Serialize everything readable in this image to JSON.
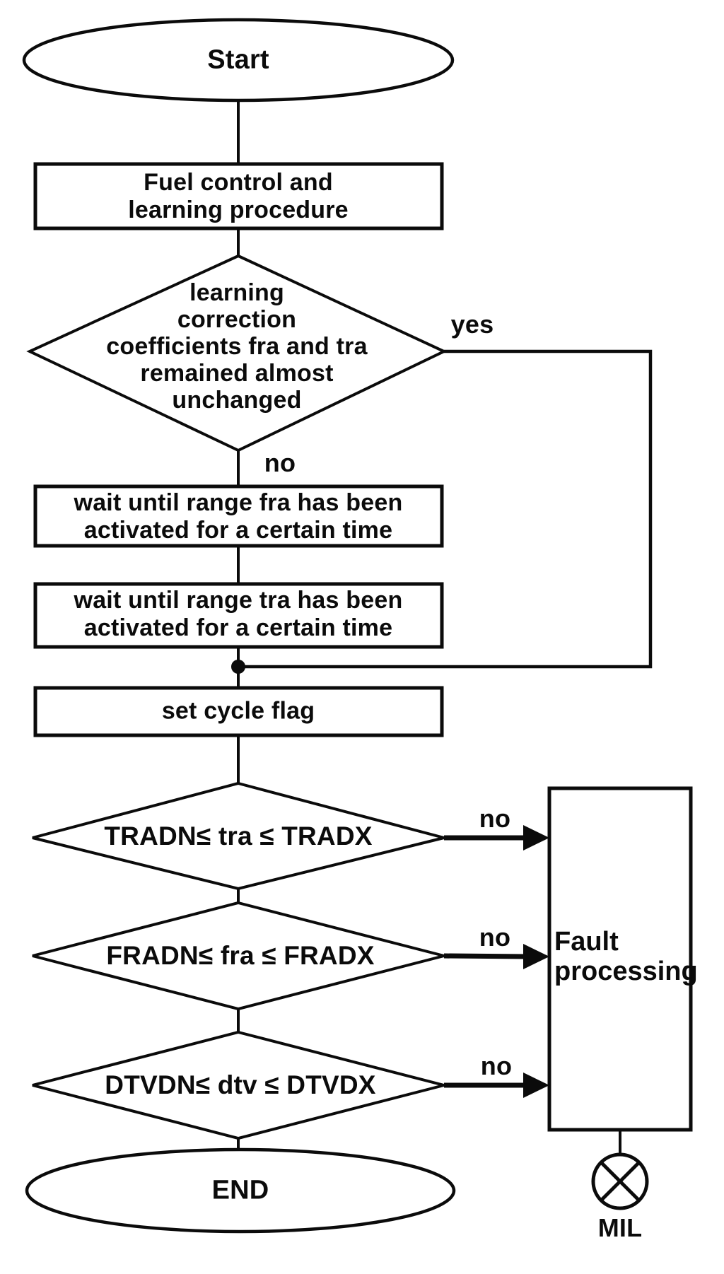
{
  "diagram": {
    "background": "#ffffff",
    "ink_color": "#0b0b0b",
    "nodes": {
      "start": {
        "shape": "terminator",
        "label": "Start"
      },
      "fuel_control": {
        "shape": "process",
        "lines": [
          "Fuel control and",
          "learning procedure"
        ]
      },
      "learning_check": {
        "shape": "decision",
        "lines": [
          "learning",
          "correction",
          "coefficients fra and tra",
          "remained almost",
          "unchanged"
        ]
      },
      "wait_fra": {
        "shape": "process",
        "lines": [
          "wait until range fra has been",
          "activated for a certain time"
        ]
      },
      "wait_tra": {
        "shape": "process",
        "lines": [
          "wait until range tra has been",
          "activated for a certain time"
        ]
      },
      "set_cycle_flag": {
        "shape": "process",
        "label": "set cycle flag"
      },
      "tra_range_check": {
        "shape": "decision",
        "label": "TRADN≤ tra ≤ TRADX"
      },
      "fra_range_check": {
        "shape": "decision",
        "label": "FRADN≤ fra ≤ FRADX"
      },
      "dtv_range_check": {
        "shape": "decision",
        "label": "DTVDN≤ dtv ≤ DTVDX"
      },
      "fault_processing": {
        "shape": "process",
        "lines": [
          "Fault",
          "processing"
        ]
      },
      "end": {
        "shape": "terminator",
        "label": "END"
      },
      "mil": {
        "shape": "indicator-lamp",
        "label": "MIL"
      }
    },
    "branch_labels": {
      "learning_yes": "yes",
      "learning_no": "no",
      "tra_no": "no",
      "fra_no": "no",
      "dtv_no": "no"
    }
  }
}
